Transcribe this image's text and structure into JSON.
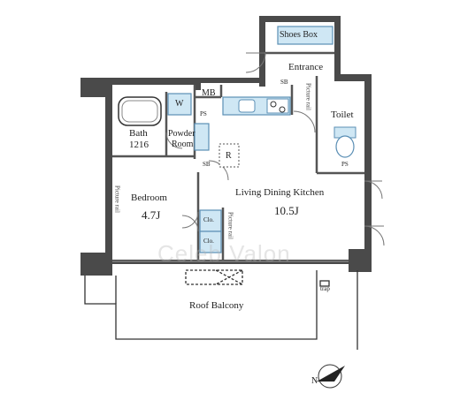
{
  "rooms": {
    "shoes_box": "Shoes Box",
    "entrance": "Entrance",
    "toilet": "Toilet",
    "bath": "Bath",
    "bath_size": "1216",
    "powder_room_1": "Powder",
    "powder_room_2": "Room",
    "bedroom": "Bedroom",
    "bedroom_size": "4.7J",
    "ldk": "Living Dining Kitchen",
    "ldk_size": "10.5J",
    "roof_balcony": "Roof Balcony"
  },
  "fixtures": {
    "mb": "MB",
    "ps_1": "PS",
    "ps_2": "PS",
    "washer": "W",
    "refrigerator": "R",
    "closet_1": "Clo.",
    "closet_2": "Clo.",
    "sb_1": "SB",
    "sb_2": "SB",
    "trap": "trap"
  },
  "rails": {
    "picture_rail_1": "Picture rail",
    "picture_rail_2": "Picture rail",
    "picture_rail_3": "Picture rail"
  },
  "compass": {
    "north": "N"
  },
  "watermark": "Celeb Valon",
  "colors": {
    "wall": "#3a3a3a",
    "wall_dark": "#555555",
    "fixture_fill": "#cfe7f4",
    "fixture_stroke": "#5b8fb5",
    "line": "#333333"
  }
}
